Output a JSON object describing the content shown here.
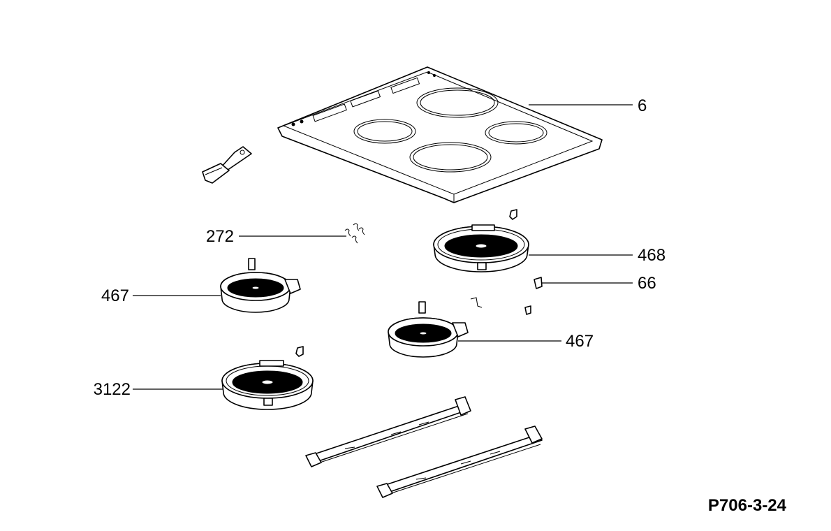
{
  "diagram_code": "P706-3-24",
  "callouts": {
    "glass_top": "6",
    "small_clip": "272",
    "large_element": "468",
    "bracket_clip": "66",
    "element_left": "467",
    "element_center": "467",
    "element_bottom": "3122"
  }
}
